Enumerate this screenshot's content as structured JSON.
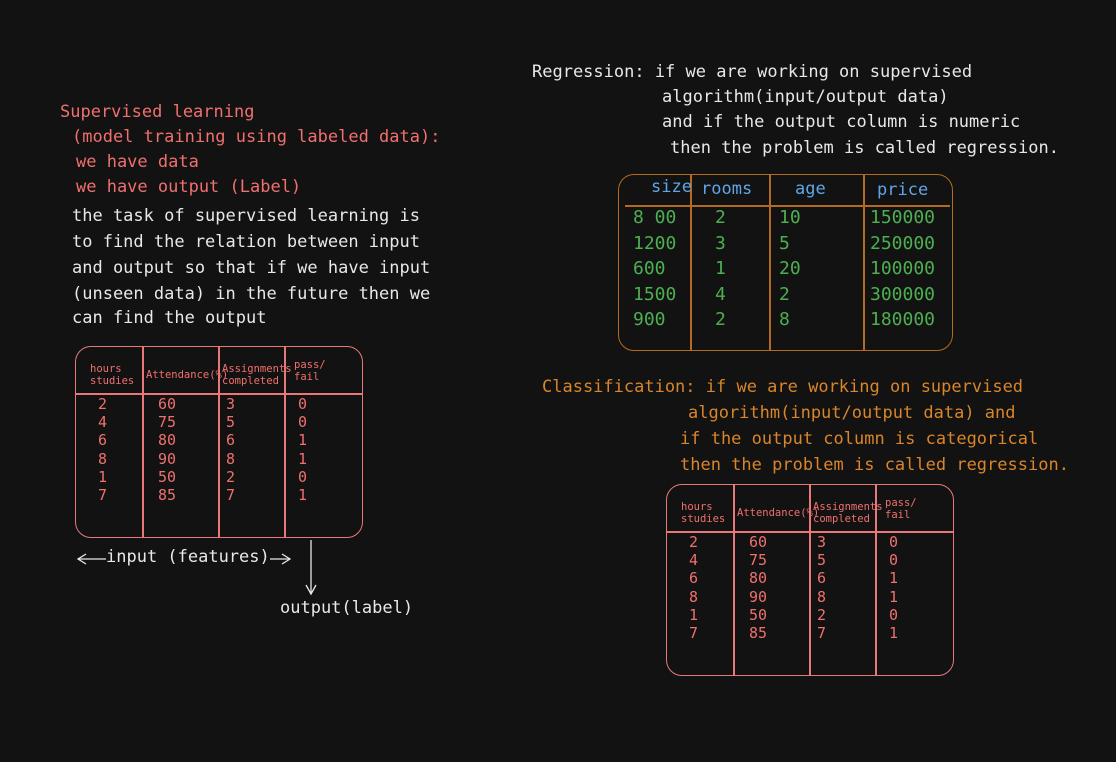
{
  "supervised": {
    "title": "Supervised learning",
    "subtitle": "(model training using labeled data):",
    "point1": "we have data",
    "point2": "we have output (Label)",
    "description": [
      "the task of supervised learning is",
      "to find the relation between input",
      "and output so that if we have input",
      "(unseen data) in the future then we",
      "can find the output"
    ]
  },
  "student_table": {
    "headers": [
      "hours\nstudies",
      "Attendance(%)",
      "Assignments\ncompleted",
      "pass/\nfail"
    ],
    "rows": [
      [
        "2",
        "60",
        "3",
        "0"
      ],
      [
        "4",
        "75",
        "5",
        "0"
      ],
      [
        "6",
        "80",
        "6",
        "1"
      ],
      [
        "8",
        "90",
        "8",
        "1"
      ],
      [
        "1",
        "50",
        "2",
        "0"
      ],
      [
        "7",
        "85",
        "7",
        "1"
      ]
    ]
  },
  "annotations": {
    "input": "input (features)",
    "output": "output(label)"
  },
  "regression": {
    "lines": [
      "Regression: if we are working on supervised",
      "algorithm(input/output data)",
      "and if the output column is numeric",
      "then the problem is called regression."
    ]
  },
  "house_table": {
    "headers": [
      "size",
      "rooms",
      "age",
      "price"
    ],
    "rows": [
      [
        "8 00",
        "2",
        "10",
        "150000"
      ],
      [
        "1200",
        "3",
        "5",
        "250000"
      ],
      [
        "600",
        "1",
        "20",
        "100000"
      ],
      [
        "1500",
        "4",
        "2",
        "300000"
      ],
      [
        "900",
        "2",
        "8",
        "180000"
      ]
    ]
  },
  "classification": {
    "lines": [
      "Classification: if we are working on supervised",
      "algorithm(input/output data) and",
      "if the output column is categorical",
      "then the problem is called regression."
    ]
  },
  "colors": {
    "background": "#121212",
    "salmon": "#f0706e",
    "white": "#e8e8e8",
    "orange": "#d9852a",
    "blue": "#5fa6e8",
    "green": "#4caf50"
  }
}
